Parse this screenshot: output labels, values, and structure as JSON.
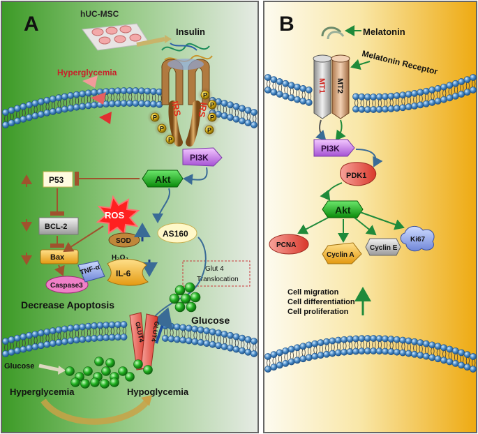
{
  "panel_a": {
    "letter": "A",
    "cell_source": "hUC-MSC",
    "insulin": "Insulin",
    "hyperglycemia_top": "Hyperglycemia",
    "irs": "IRS",
    "phospho": "P",
    "pi3k": "PI3K",
    "akt": "Akt",
    "p53": "P53",
    "bcl2": "BCL-2",
    "bax": "Bax",
    "ros": "ROS",
    "sod": "SOD",
    "h2o2": "H₂O₂",
    "il6": "IL-6",
    "tnf": "TNF-α",
    "caspase": "Caspase3",
    "as160": "AS160",
    "glut_translocation": [
      "Glut 4",
      "Translocation"
    ],
    "glut4": "GLUT4",
    "glucose_right": "Glucose",
    "decrease_apoptosis": "Decrease Apoptosis",
    "glucose_left": "Glucose",
    "hyperglycemia_bottom": "Hyperglycemia",
    "hypoglycemia": "Hypoglycemia"
  },
  "panel_b": {
    "letter": "B",
    "melatonin": "Melatonin",
    "receptor": "Melatonin Receptor",
    "mt1": "MT1",
    "mt2": "MT2",
    "pi3k": "PI3K",
    "pdk1": "PDK1",
    "akt": "Akt",
    "pcna": "PCNA",
    "cyclin_a": "Cyclin A",
    "cyclin_e": "Cyclin E",
    "ki67": "Ki67",
    "outcomes": [
      "Cell migration",
      "Cell differentiation",
      "Cell proliferation"
    ]
  },
  "colors": {
    "panel_a_green": "#3f9a2a",
    "panel_b_yellow": "#f2b418",
    "membrane_blue": "#4a8cc8",
    "akt_green": "#17a017",
    "pi3k_purple": "#c77de8",
    "inhibit_brown": "#a0522d",
    "irs_red": "#e0301e"
  }
}
